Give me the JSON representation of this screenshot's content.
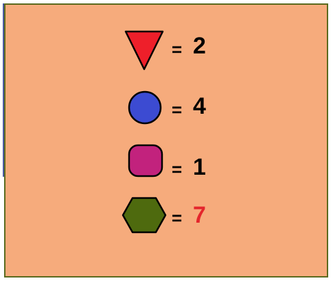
{
  "colors": {
    "panel_background": "#f6ab7c",
    "panel_border": "#5a6a1e",
    "left_accent": "#4b5aa3",
    "triangle_fill": "#ee1f2a",
    "circle_fill": "#3c4bd2",
    "rounded_square_fill": "#c2227d",
    "hexagon_fill": "#4e6a0e",
    "default_value": "#000000",
    "highlight_value": "#e4252c"
  },
  "legend": [
    {
      "shape": "triangle-icon",
      "equals": "=",
      "value": "2"
    },
    {
      "shape": "circle-icon",
      "equals": "=",
      "value": "4"
    },
    {
      "shape": "rounded-square-icon",
      "equals": "=",
      "value": "1"
    },
    {
      "shape": "hexagon-icon",
      "equals": "=",
      "value": "7",
      "highlighted": true
    }
  ]
}
